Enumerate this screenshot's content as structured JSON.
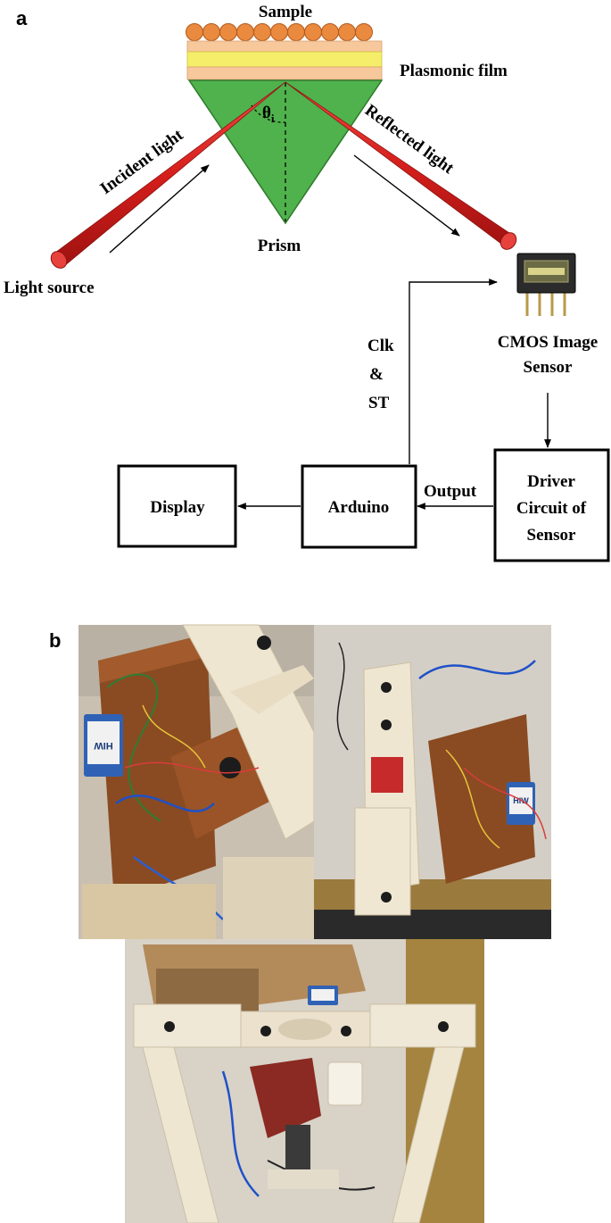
{
  "panels": {
    "a": "a",
    "b": "b"
  },
  "labels": {
    "sample": "Sample",
    "plasmonic_film": "Plasmonic film",
    "theta_symbol": "θ",
    "theta_subscript": "i",
    "incident_light": "Incident light",
    "reflected_light": "Reflected light",
    "prism": "Prism",
    "light_source": "Light source",
    "cmos_line1": "CMOS Image",
    "cmos_line2": "Sensor",
    "clk": "Clk",
    "amp": "&",
    "st": "ST",
    "output": "Output"
  },
  "boxes": {
    "display": "Display",
    "arduino": "Arduino",
    "driver_line1": "Driver",
    "driver_line2": "Circuit of",
    "driver_line3": "Sensor"
  },
  "battery_label": "HIW",
  "colors": {
    "sample_beads": "#e98a3f",
    "prism": "#4fb24c",
    "beam": "#e0302c",
    "film_yellow": "#f4ee6a",
    "film_orange": "#f7c89b"
  }
}
